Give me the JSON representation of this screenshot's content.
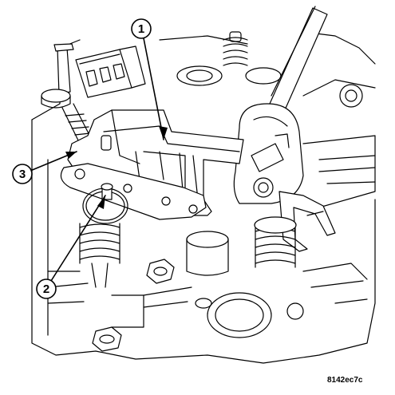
{
  "callouts": [
    {
      "id": "1",
      "label": "1"
    },
    {
      "id": "2",
      "label": "2"
    },
    {
      "id": "3",
      "label": "3"
    }
  ],
  "figure_code": "8142ec7c",
  "colors": {
    "line": "#000000",
    "background": "#ffffff",
    "fill": "#ffffff"
  }
}
